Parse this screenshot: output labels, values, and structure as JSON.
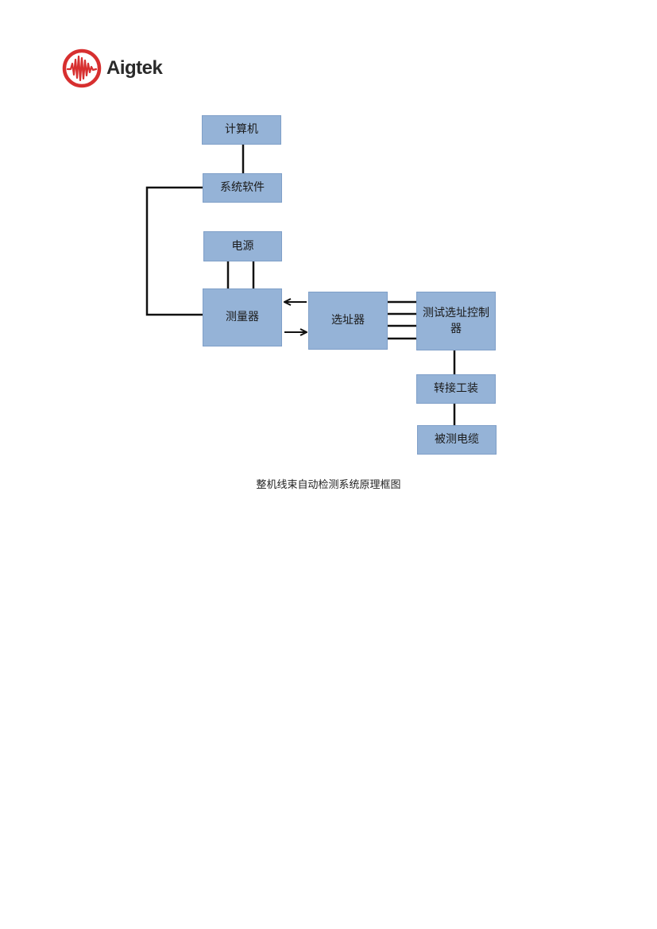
{
  "header": {
    "logo_text": "Aigtek",
    "logo_icon": "waveform-circle-icon",
    "brand_color": "#d72f2f"
  },
  "diagram": {
    "box_color": "#95b3d7",
    "line_color": "#111111",
    "nodes": {
      "computer": "计算机",
      "system_software": "系统软件",
      "power_supply": "电源",
      "measuring_instrument": "测量器",
      "selector": "选址器",
      "test_address_controller": "测试选址控制器",
      "adapter_fixture": "转接工装",
      "cable_under_test": "被测电缆"
    },
    "edges": [
      {
        "from": "computer",
        "to": "system_software",
        "type": "line"
      },
      {
        "from": "system_software",
        "to": "measuring_instrument",
        "type": "line"
      },
      {
        "from": "power_supply",
        "to": "measuring_instrument",
        "type": "double-line"
      },
      {
        "from": "selector",
        "to": "measuring_instrument",
        "type": "arrow"
      },
      {
        "from": "measuring_instrument",
        "to": "selector",
        "type": "arrow"
      },
      {
        "from": "selector",
        "to": "test_address_controller",
        "type": "quad-line"
      },
      {
        "from": "test_address_controller",
        "to": "adapter_fixture",
        "type": "line"
      },
      {
        "from": "adapter_fixture",
        "to": "cable_under_test",
        "type": "line"
      }
    ]
  },
  "caption": "整机线束自动检测系统原理框图"
}
